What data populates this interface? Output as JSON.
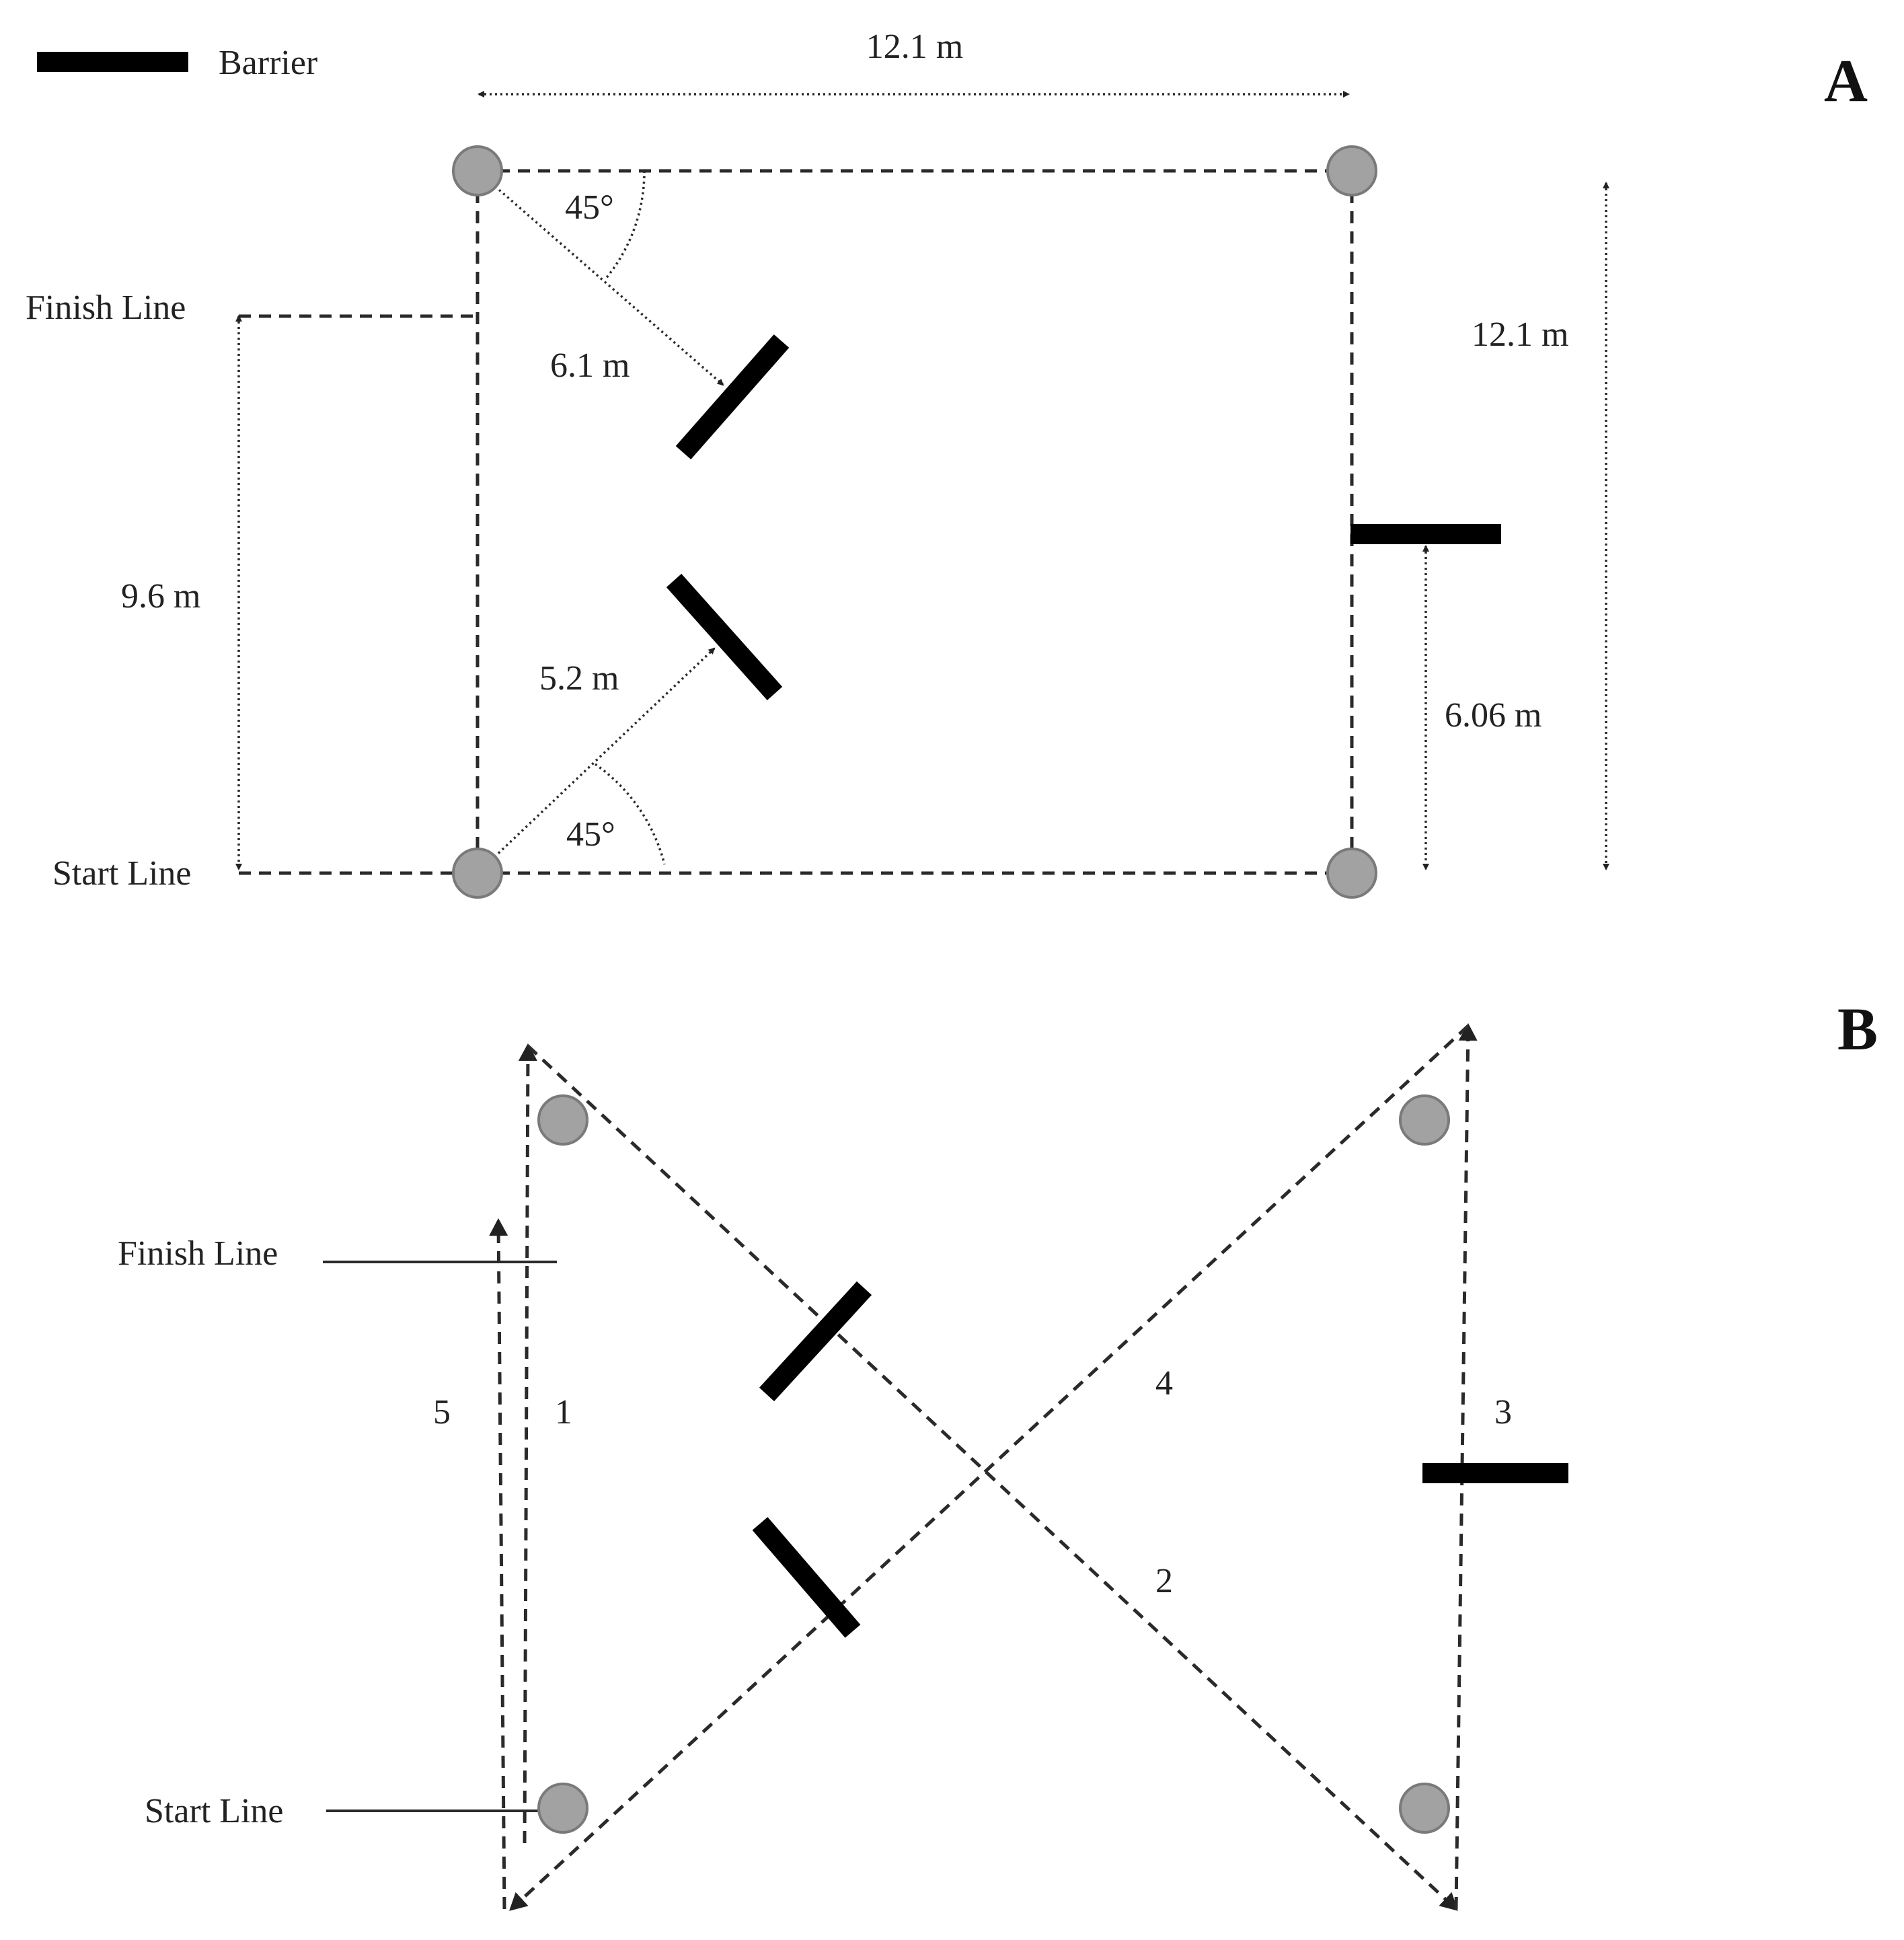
{
  "legend": {
    "barrier_label": "Barrier"
  },
  "panel_a": {
    "letter": "A",
    "top_width": "12.1 m",
    "side_height": "12.1 m",
    "finish_line": "Finish Line",
    "start_line": "Start Line",
    "finish_distance": "9.6 m",
    "upper_diagonal": "6.1 m",
    "lower_diagonal": "5.2 m",
    "upper_angle": "45°",
    "lower_angle": "45°",
    "side_barrier_height": "6.06 m"
  },
  "panel_b": {
    "letter": "B",
    "finish_line": "Finish Line",
    "start_line": "Start Line",
    "path_numbers": [
      "1",
      "2",
      "3",
      "4",
      "5"
    ]
  }
}
